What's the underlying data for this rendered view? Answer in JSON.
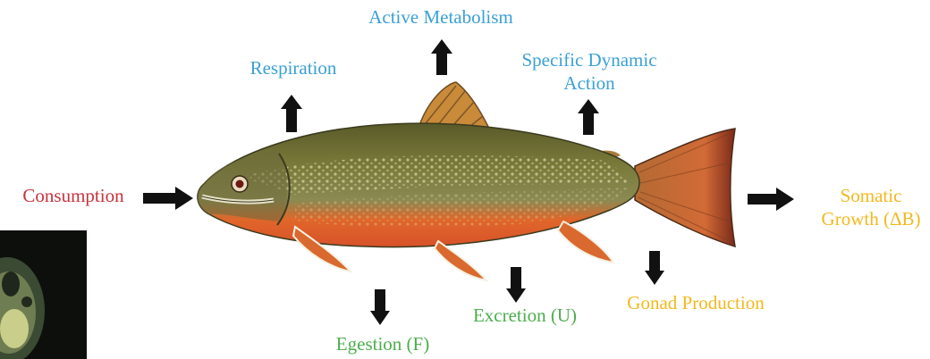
{
  "colors": {
    "loss": "#3aa0d6",
    "input": "#c8323c",
    "growth": "#f2b81c",
    "waste": "#4cae4c",
    "arrow": "#111111"
  },
  "image": {
    "subject": "brook-trout-illustration",
    "inset": "dark-photo-thumbnail"
  },
  "labels": {
    "active_metabolism": "Active Metabolism",
    "respiration": "Respiration",
    "sda_line1": "Specific Dynamic",
    "sda_line2": "Action",
    "consumption": "Consumption",
    "somatic_line1": "Somatic",
    "somatic_line2": "Growth (ΔB)",
    "gonad": "Gonad Production",
    "excretion": "Excretion (U)",
    "egestion": "Egestion (F)"
  },
  "arrows": [
    {
      "id": "consumption",
      "direction": "right"
    },
    {
      "id": "respiration",
      "direction": "up"
    },
    {
      "id": "active-metabolism",
      "direction": "up"
    },
    {
      "id": "sda",
      "direction": "up"
    },
    {
      "id": "somatic-growth",
      "direction": "right"
    },
    {
      "id": "gonad",
      "direction": "down"
    },
    {
      "id": "excretion",
      "direction": "down"
    },
    {
      "id": "egestion",
      "direction": "down"
    }
  ]
}
